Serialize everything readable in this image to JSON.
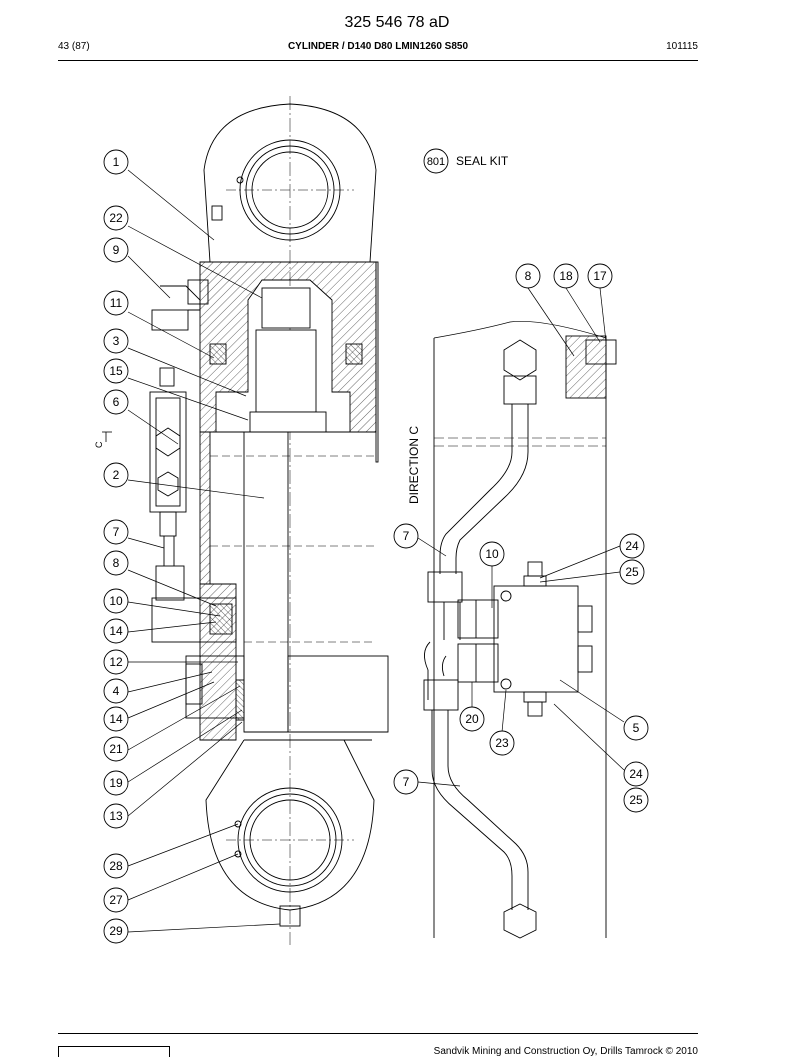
{
  "header": {
    "doc_number": "325 546 78 aD",
    "page": "43 (87)",
    "title": "CYLINDER / D140 D80 LMIN1260 S850",
    "date": "101115"
  },
  "drawing": {
    "seal_kit_number": "801",
    "seal_kit_label": "SEAL KIT",
    "direction_label": "DIRECTION C",
    "section_mark": "C",
    "left_callouts": [
      "1",
      "22",
      "9",
      "11",
      "3",
      "15",
      "6",
      "2",
      "7",
      "8",
      "10",
      "14",
      "12",
      "4",
      "14",
      "21",
      "19",
      "13",
      "28",
      "27",
      "29"
    ],
    "right_callouts": [
      "8",
      "18",
      "17",
      "7",
      "10",
      "24",
      "25",
      "5",
      "20",
      "23",
      "7",
      "24",
      "25"
    ]
  },
  "footer": {
    "copyright": "Sandvik Mining and Construction Oy, Drills Tamrock © 2010"
  }
}
